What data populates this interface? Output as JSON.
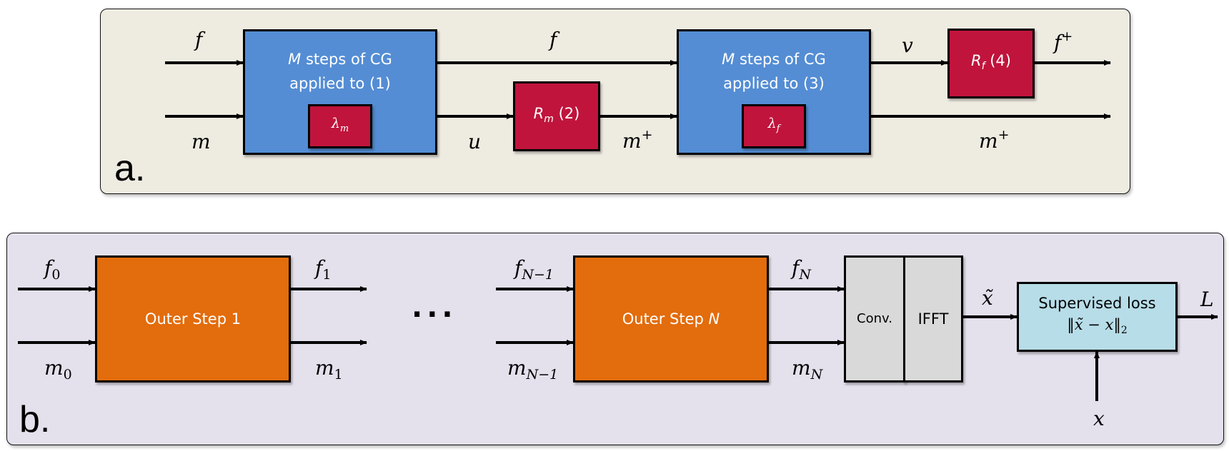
{
  "panel_a": {
    "label": "a.",
    "cg_block_1": {
      "line1_var": "M",
      "line1_rest": " steps of CG",
      "line2": "applied to (1)",
      "param_base": "λ",
      "param_sub": "m"
    },
    "reg_m": {
      "base": "R",
      "sub": "m",
      "eq": " (2)"
    },
    "cg_block_2": {
      "line1_var": "M",
      "line1_rest": " steps of CG",
      "line2": "applied to (3)",
      "param_base": "λ",
      "param_sub": "f"
    },
    "reg_f": {
      "base": "R",
      "sub": "f",
      "eq": " (4)"
    },
    "signals": {
      "f_in": "f",
      "m_in": "m",
      "f_mid": "f",
      "u": "u",
      "m_plus_mid": {
        "base": "m",
        "sup": "+"
      },
      "v": "v",
      "f_plus": {
        "base": "f",
        "sup": "+"
      },
      "m_plus_out": {
        "base": "m",
        "sup": "+"
      }
    }
  },
  "panel_b": {
    "label": "b.",
    "outer_step_1": {
      "text": "Outer Step 1"
    },
    "ellipsis": "···",
    "outer_step_n": {
      "text": "Outer Step ",
      "var": "N"
    },
    "conv": "Conv.",
    "ifft": "IFFT",
    "loss": {
      "line1": "Supervised loss",
      "line2": "‖x̃ − x‖",
      "line2_sub": "2"
    },
    "signals": {
      "f0": {
        "base": "f",
        "sub": "0"
      },
      "m0": {
        "base": "m",
        "sub": "0"
      },
      "f1": {
        "base": "f",
        "sub": "1"
      },
      "m1": {
        "base": "m",
        "sub": "1"
      },
      "fN1": {
        "base": "f",
        "sub": "N−1"
      },
      "mN1": {
        "base": "m",
        "sub": "N−1"
      },
      "fN": {
        "base": "f",
        "sub": "N"
      },
      "mN": {
        "base": "m",
        "sub": "N"
      },
      "x_tilde": "x̃",
      "x": "x",
      "L": "L"
    }
  },
  "colors": {
    "panel_a_bg": "#eeebe1",
    "panel_b_bg": "#e4e0ec",
    "cg_blue": "#548dd4",
    "reg_red": "#c0143c",
    "outer_orange": "#e36c0c",
    "conv_grey": "#d9d9d9",
    "loss_cyan": "#b7dde8"
  }
}
